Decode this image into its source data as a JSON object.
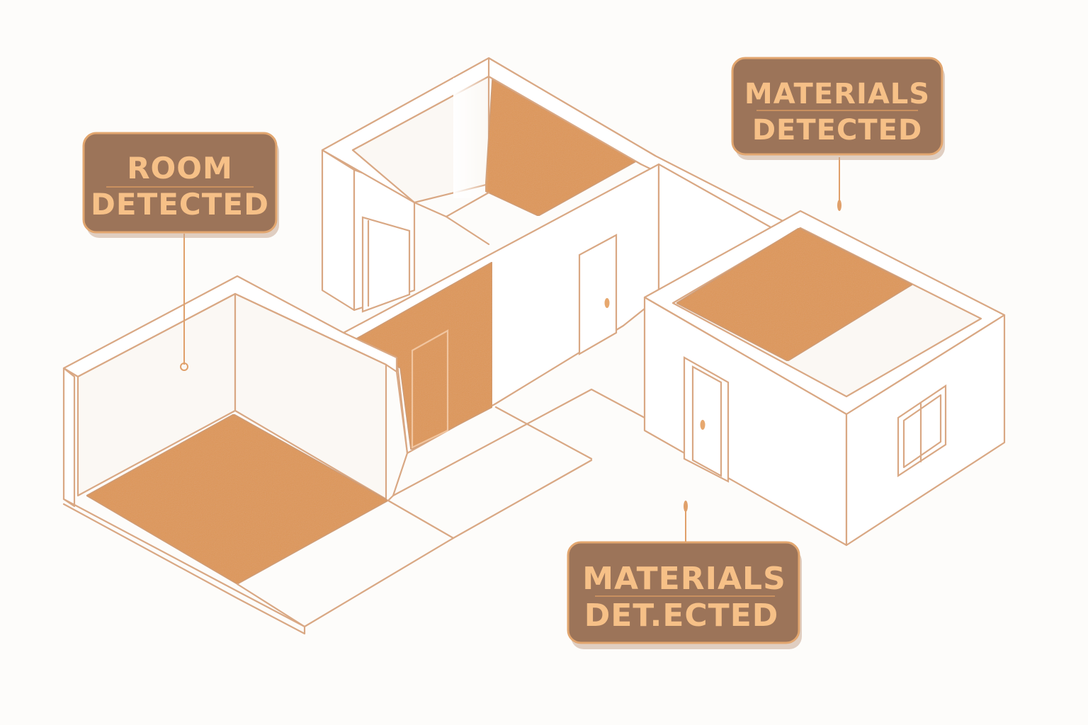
{
  "callouts": {
    "room": {
      "line1": "ROOM",
      "line2": "DETECTED"
    },
    "materials_top": {
      "line1": "MATERIALS",
      "line2": "DETECTED"
    },
    "materials_bottom": {
      "line1": "MATERIALS",
      "line2": "DET.ECTED"
    }
  },
  "colors": {
    "floor_fill": "#de9758",
    "wall_stroke": "#d9a884",
    "callout_fill": "#9c7459",
    "callout_text": "#f6c087"
  }
}
